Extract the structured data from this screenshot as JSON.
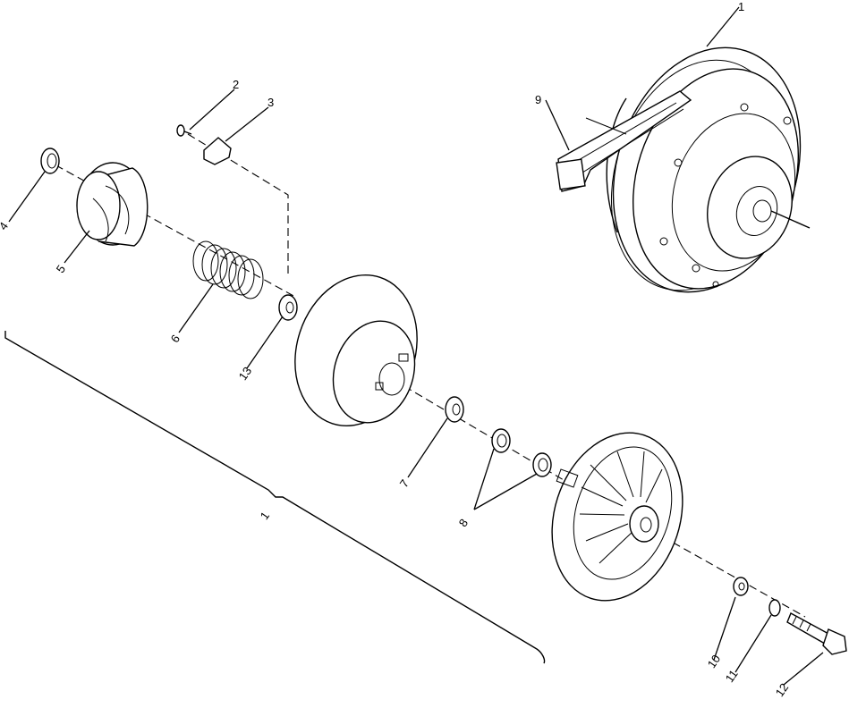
{
  "callouts": [
    {
      "id": "c1-top",
      "text": "1"
    },
    {
      "id": "c2",
      "text": "2"
    },
    {
      "id": "c3",
      "text": "3"
    },
    {
      "id": "c4",
      "text": "4"
    },
    {
      "id": "c5",
      "text": "5"
    },
    {
      "id": "c6",
      "text": "6"
    },
    {
      "id": "c7",
      "text": "7"
    },
    {
      "id": "c8",
      "text": "8"
    },
    {
      "id": "c9",
      "text": "9"
    },
    {
      "id": "c10",
      "text": "10"
    },
    {
      "id": "c11",
      "text": "11"
    },
    {
      "id": "c12",
      "text": "12"
    },
    {
      "id": "c13",
      "text": "13"
    },
    {
      "id": "c1-bracket",
      "text": "1"
    }
  ]
}
